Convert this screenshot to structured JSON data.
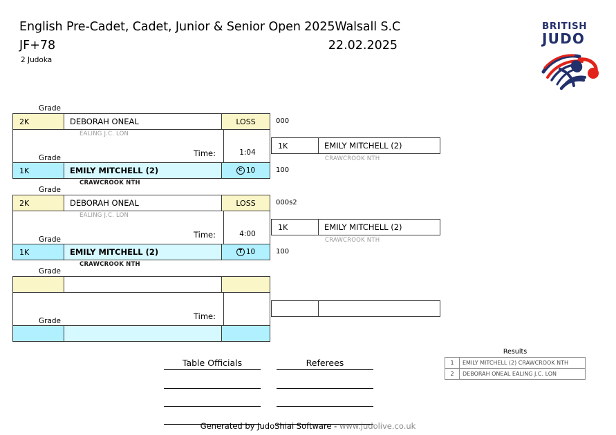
{
  "header": {
    "event_title": "English Pre-Cadet, Cadet, Junior & Senior Open 2025",
    "venue": "Walsall S.C",
    "category": "JF+78",
    "date": "22.02.2025",
    "judoka_count": "2 Judoka"
  },
  "logo": {
    "line1": "BRITISH",
    "line2": "JUDO",
    "navy": "#22306b",
    "red": "#e2231a"
  },
  "labels": {
    "grade": "Grade",
    "time": "Time:",
    "loss": "LOSS"
  },
  "matches": [
    {
      "top": {
        "grade": "2K",
        "name": "DEBORAH ONEAL",
        "club": "EALING J.C. LON",
        "score_cell": "LOSS",
        "score_code": "000"
      },
      "bottom": {
        "grade": "1K",
        "name": "EMILY MITCHELL (2)",
        "club": "CRAWCROOK NTH",
        "score_symbol": "C",
        "score_points": "10",
        "score_code": "100"
      },
      "time_value": "1:04",
      "winner": {
        "grade": "1K",
        "name": "EMILY MITCHELL (2)",
        "club": "CRAWCROOK NTH"
      }
    },
    {
      "top": {
        "grade": "2K",
        "name": "DEBORAH ONEAL",
        "club": "EALING J.C. LON",
        "score_cell": "LOSS",
        "score_code": "000s2"
      },
      "bottom": {
        "grade": "1K",
        "name": "EMILY MITCHELL (2)",
        "club": "CRAWCROOK NTH",
        "score_symbol": "T",
        "score_points": "10",
        "score_code": "100"
      },
      "time_value": "4:00",
      "winner": {
        "grade": "1K",
        "name": "EMILY MITCHELL (2)",
        "club": "CRAWCROOK NTH"
      }
    },
    {
      "top": {
        "grade": "",
        "name": "",
        "club": "",
        "score_cell": "",
        "score_code": ""
      },
      "bottom": {
        "grade": "",
        "name": "",
        "club": "",
        "score_symbol": "",
        "score_points": "",
        "score_code": ""
      },
      "time_value": "",
      "winner": {
        "grade": "",
        "name": "",
        "club": ""
      }
    }
  ],
  "signatures": {
    "table_officials": "Table Officials",
    "referees": "Referees"
  },
  "results": {
    "title": "Results",
    "rows": [
      {
        "rank": "1",
        "entry": "EMILY MITCHELL (2) CRAWCROOK NTH"
      },
      {
        "rank": "2",
        "entry": "DEBORAH ONEAL EALING J.C. LON"
      }
    ]
  },
  "footer": {
    "text": "Generated by JudoShiai Software - ",
    "url": "www.judolive.co.uk"
  }
}
